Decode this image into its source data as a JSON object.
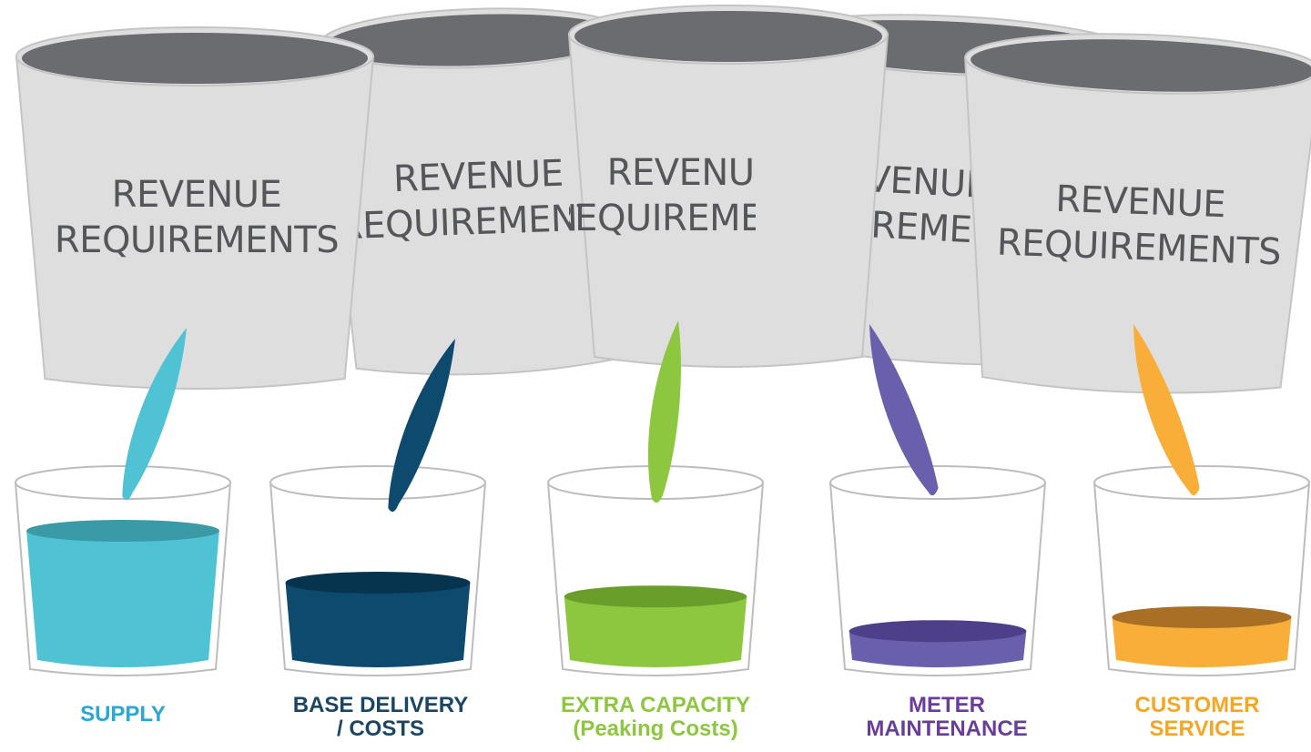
{
  "bucket_text": {
    "line1": "REVENUE",
    "line2": "REQUIREMENTS"
  },
  "colors": {
    "bucket_body": "#dedede",
    "bucket_rim": "#6b6c70",
    "bucket_outline": "#c4c4c4",
    "bucket_text": "#555659",
    "cup_outline": "#bdbdbd"
  },
  "categories": [
    {
      "name": "supply",
      "line1": "SUPPLY",
      "line2": "",
      "color": "#4fc3d4",
      "dark": "#3a9aa6",
      "label_color": "#29a8d6",
      "fill_level": 0.8
    },
    {
      "name": "base-delivery",
      "line1": "BASE DELIVERY",
      "line2": "/ COSTS",
      "color": "#0d4a6e",
      "dark": "#06344f",
      "label_color": "#1b4663",
      "fill_level": 0.5
    },
    {
      "name": "extra-capacity",
      "line1": "EXTRA CAPACITY",
      "line2": "(Peaking Costs)",
      "color": "#8dc63f",
      "dark": "#6a9e2b",
      "label_color": "#8dc63f",
      "fill_level": 0.42
    },
    {
      "name": "meter-maintenance",
      "line1": "METER",
      "line2": "MAINTENANCE",
      "color": "#6a5fad",
      "dark": "#4e3f8a",
      "label_color": "#6a3d9a",
      "fill_level": 0.22
    },
    {
      "name": "customer-service",
      "line1": "CUSTOMER",
      "line2": "SERVICE",
      "color": "#f9ae3a",
      "dark": "#a86f25",
      "label_color": "#f5a623",
      "fill_level": 0.3
    }
  ]
}
